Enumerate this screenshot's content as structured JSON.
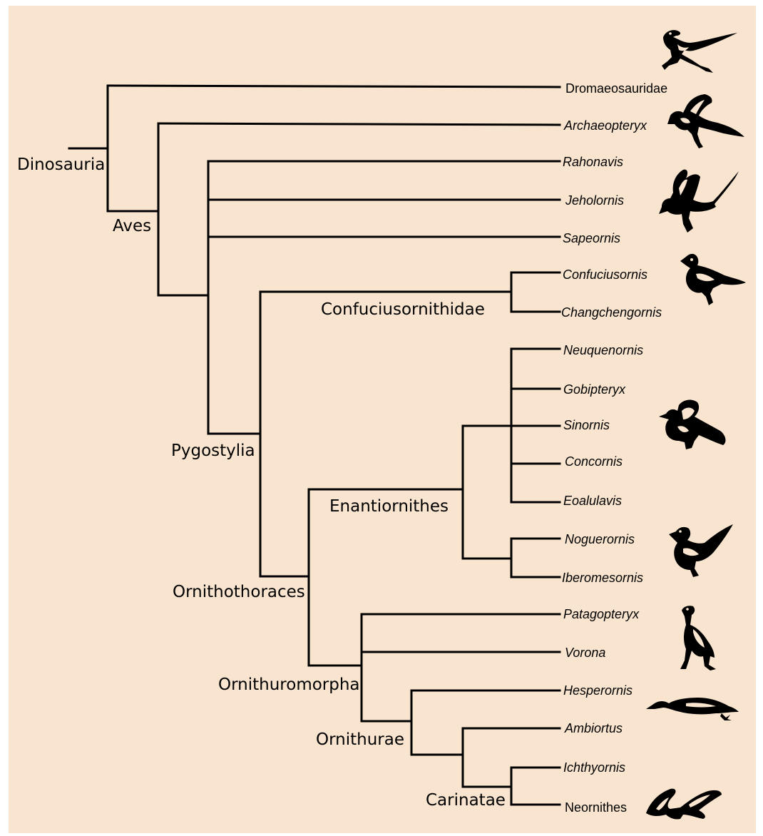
{
  "colors": {
    "background": "#f9e5cf",
    "page": "#ffffff",
    "ink": "#000000"
  },
  "clades": {
    "dinosauria": "Dinosauria",
    "aves": "Aves",
    "pygostylia": "Pygostylia",
    "confuciusornithidae": "Confuciusornithidae",
    "ornithothoraces": "Ornithothoraces",
    "enantiornithes": "Enantiornithes",
    "ornithuromorpha": "Ornithuromorpha",
    "ornithurae": "Ornithurae",
    "carinatae": "Carinatae"
  },
  "taxa": [
    {
      "name": "Dromaeosauridae",
      "italic": false
    },
    {
      "name": "Archaeopteryx",
      "italic": true
    },
    {
      "name": "Rahonavis",
      "italic": true
    },
    {
      "name": "Jeholornis",
      "italic": true
    },
    {
      "name": "Sapeornis",
      "italic": true
    },
    {
      "name": "Confuciusornis",
      "italic": true
    },
    {
      "name": "Changchengornis",
      "italic": true
    },
    {
      "name": "Neuquenornis",
      "italic": true
    },
    {
      "name": "Gobipteryx",
      "italic": true
    },
    {
      "name": "Sinornis",
      "italic": true
    },
    {
      "name": "Concornis",
      "italic": true
    },
    {
      "name": "Eoalulavis",
      "italic": true
    },
    {
      "name": "Noguerornis",
      "italic": true
    },
    {
      "name": "Iberomesornis",
      "italic": true
    },
    {
      "name": "Patagopteryx",
      "italic": true
    },
    {
      "name": "Vorona",
      "italic": true
    },
    {
      "name": "Hesperornis",
      "italic": true
    },
    {
      "name": "Ambiortus",
      "italic": true
    },
    {
      "name": "Ichthyornis",
      "italic": true
    },
    {
      "name": "Neornithes",
      "italic": false
    }
  ],
  "silhouettes": [
    "dromaeosaur-icon",
    "archaeopteryx-icon",
    "jeholornis-icon",
    "confuciusornis-icon",
    "enantiornithine-icon",
    "noguerornis-icon",
    "patagopteryx-icon",
    "hesperornis-icon",
    "neornithes-gull-icon"
  ]
}
